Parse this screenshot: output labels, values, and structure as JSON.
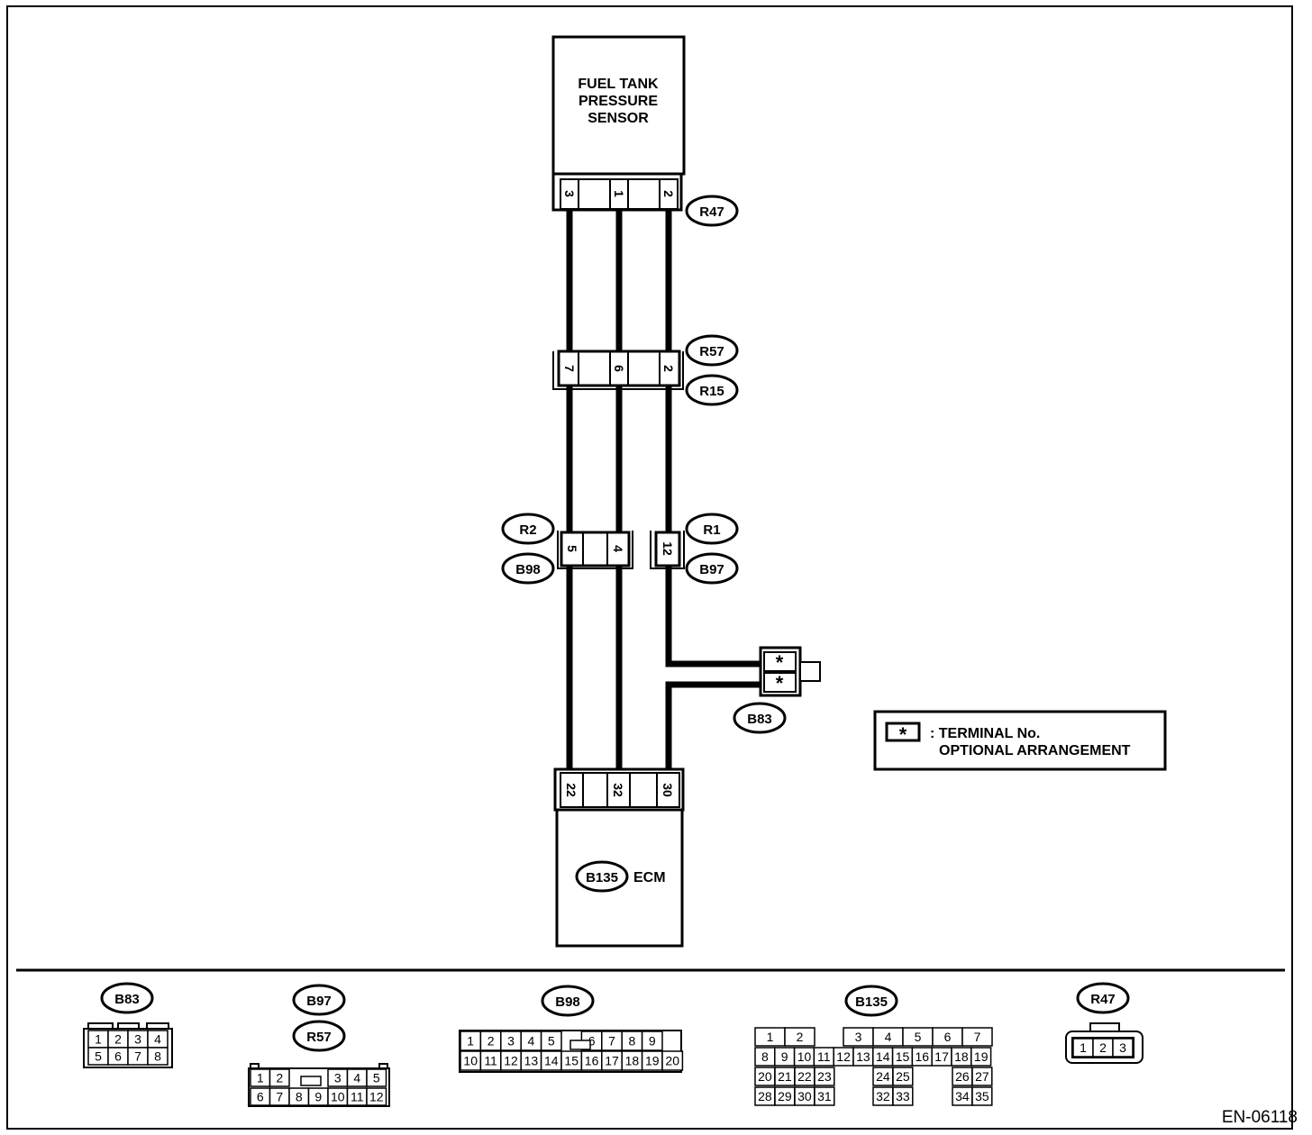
{
  "sensor": {
    "line1": "FUEL TANK",
    "line2": "PRESSURE",
    "line3": "SENSOR"
  },
  "ecm": {
    "connector": "B135",
    "label": "ECM"
  },
  "connectors": {
    "r47": "R47",
    "r57": "R57",
    "r15": "R15",
    "r2": "R2",
    "b98": "B98",
    "r1": "R1",
    "b97": "B97",
    "b83": "B83"
  },
  "terminals": {
    "sensor": [
      "3",
      "1",
      "2"
    ],
    "mid": [
      "7",
      "6",
      "2"
    ],
    "lower_left": [
      "5",
      "4"
    ],
    "lower_right": [
      "12"
    ],
    "ecm": [
      "22",
      "32",
      "30"
    ],
    "b83": [
      "*",
      "*"
    ]
  },
  "legend": {
    "symbol": "*",
    "line1": ": TERMINAL No.",
    "line2": "OPTIONAL ARRANGEMENT"
  },
  "views": {
    "b83": {
      "title": "B83",
      "rows": [
        [
          "1",
          "2",
          "3",
          "4"
        ],
        [
          "5",
          "6",
          "7",
          "8"
        ]
      ]
    },
    "b97r57": {
      "title1": "B97",
      "title2": "R57",
      "rows": [
        [
          "1",
          "2",
          "",
          "3",
          "4",
          "5"
        ],
        [
          "6",
          "7",
          "8",
          "9",
          "10",
          "11",
          "12"
        ]
      ]
    },
    "b98": {
      "title": "B98",
      "rows": [
        [
          "1",
          "2",
          "3",
          "4",
          "5",
          "",
          "6",
          "7",
          "8",
          "9"
        ],
        [
          "10",
          "11",
          "12",
          "13",
          "14",
          "15",
          "16",
          "17",
          "18",
          "19",
          "20"
        ]
      ]
    },
    "b135": {
      "title": "B135",
      "rows": [
        [
          "1",
          "2",
          "",
          "3",
          "4",
          "5",
          "6",
          "7"
        ],
        [
          "8",
          "9",
          "10",
          "11",
          "12",
          "13",
          "14",
          "15",
          "16",
          "17",
          "18",
          "19"
        ],
        [
          "20",
          "21",
          "22",
          "23",
          "",
          "24",
          "25",
          "",
          "26",
          "27"
        ],
        [
          "28",
          "29",
          "30",
          "31",
          "",
          "32",
          "33",
          "",
          "34",
          "35"
        ]
      ]
    },
    "r47": {
      "title": "R47",
      "cells": [
        "1",
        "2",
        "3"
      ]
    }
  },
  "figure_code": "EN-06118"
}
